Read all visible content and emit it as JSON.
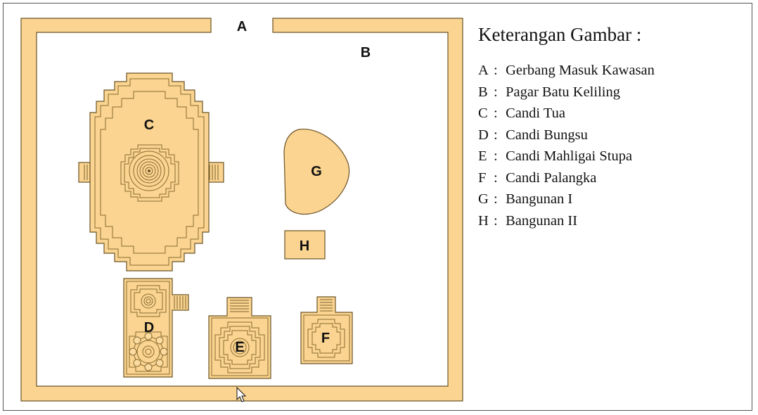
{
  "plan": {
    "labels": {
      "A": "A",
      "B": "B",
      "C": "C",
      "D": "D",
      "E": "E",
      "F": "F",
      "G": "G",
      "H": "H"
    },
    "colors": {
      "fill": "#fad490",
      "fill_light": "#fbdba0",
      "stroke": "#6b5326",
      "inner_line": "#9a7a3c",
      "text": "#111111"
    }
  },
  "legend": {
    "title": "Keterangan Gambar :",
    "separator": ":",
    "items": [
      {
        "key": "A",
        "text": "Gerbang Masuk Kawasan"
      },
      {
        "key": "B",
        "text": "Pagar Batu Keliling"
      },
      {
        "key": "C",
        "text": "Candi Tua"
      },
      {
        "key": "D",
        "text": "Candi Bungsu"
      },
      {
        "key": "E",
        "text": "Candi Mahligai Stupa"
      },
      {
        "key": "F",
        "text": "Candi Palangka"
      },
      {
        "key": "G",
        "text": "Bangunan I"
      },
      {
        "key": "H",
        "text": "Bangunan II"
      }
    ]
  },
  "cursor_icon": "mouse-pointer-icon"
}
